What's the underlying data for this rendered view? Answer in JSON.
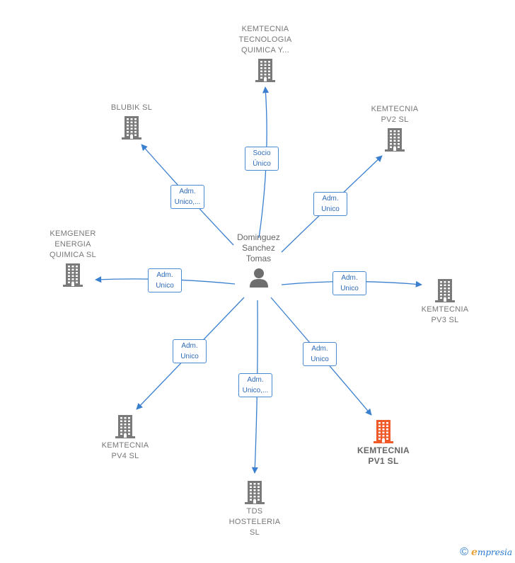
{
  "center": {
    "label": "Dominguez\nSanchez\nTomas",
    "icon": "person-icon"
  },
  "companies": [
    {
      "id": "kemtecnia-tecnologia",
      "label": "KEMTECNIA\nTECNOLOGIA\nQUIMICA Y...",
      "relation": "Socio\nÚnico",
      "highlight": false
    },
    {
      "id": "blubik",
      "label": "BLUBIK  SL",
      "relation": "Adm.\nUnico,...",
      "highlight": false
    },
    {
      "id": "kemtecnia-pv2",
      "label": "KEMTECNIA\nPV2  SL",
      "relation": "Adm.\nUnico",
      "highlight": false
    },
    {
      "id": "kemgener",
      "label": "KEMGENER\nENERGIA\nQUIMICA  SL",
      "relation": "Adm.\nUnico",
      "highlight": false
    },
    {
      "id": "kemtecnia-pv3",
      "label": "KEMTECNIA\nPV3  SL",
      "relation": "Adm.\nUnico",
      "highlight": false
    },
    {
      "id": "kemtecnia-pv4",
      "label": "KEMTECNIA\nPV4  SL",
      "relation": "Adm.\nUnico",
      "highlight": false
    },
    {
      "id": "tds-hosteleria",
      "label": "TDS\nHOSTELERIA\nSL",
      "relation": "Adm.\nUnico,...",
      "highlight": false
    },
    {
      "id": "kemtecnia-pv1",
      "label": "KEMTECNIA\nPV1  SL",
      "relation": "Adm.\nUnico",
      "highlight": true
    }
  ],
  "colors": {
    "edge": "#3a7fd0",
    "building": "#7a7a7a",
    "building_highlight": "#f05a28",
    "badge_border": "#4a8ad2"
  },
  "footer": {
    "copyright": "©",
    "brand_first": "e",
    "brand_rest": "mpresia"
  }
}
